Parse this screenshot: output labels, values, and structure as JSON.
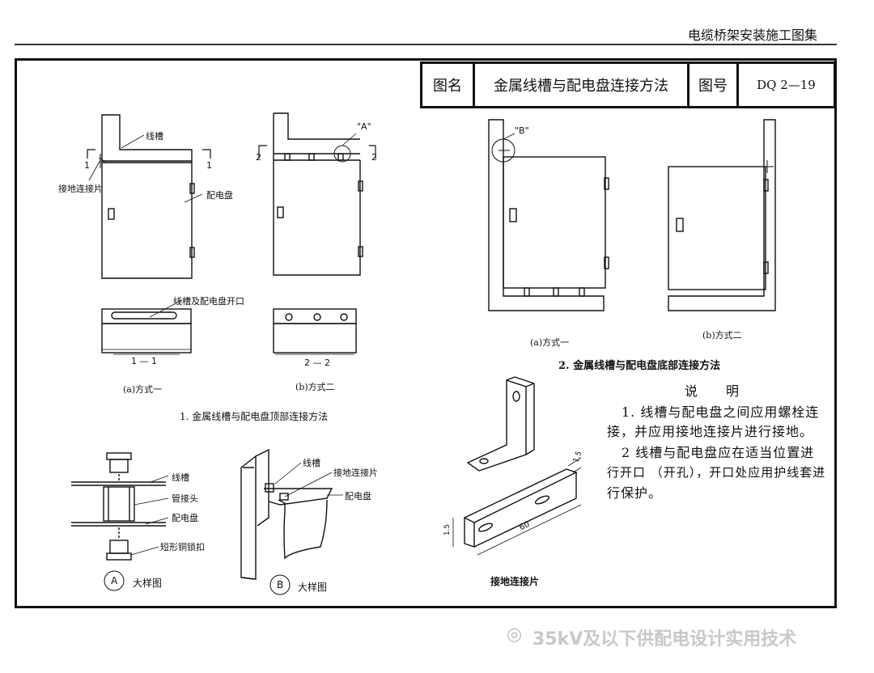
{
  "header": {
    "collection_title": "电缆桥架安装施工图集"
  },
  "title_block": {
    "name_label": "图名",
    "name_value": "金属线槽与配电盘连接方法",
    "number_label": "图号",
    "number_value": "DQ 2—19"
  },
  "section1": {
    "title": "1. 金属线槽与配电盘顶部连接方法",
    "labels": {
      "trough": "线槽",
      "ground_strip": "接地连接片",
      "panel": "配电盘",
      "opening": "线槽及配电盘开口",
      "detail_a": "\"A\"",
      "cut1_left": "1",
      "cut1_right": "1",
      "cut2_left": "2",
      "cut2_right": "2",
      "section_11": "1 — 1",
      "section_22": "2 — 2"
    },
    "method_a": "(a)方式一",
    "method_b": "(b)方式二"
  },
  "section2": {
    "title": "2. 金属线槽与配电盘底部连接方法",
    "detail_b": "\"B\"",
    "method_a": "(a)方式一",
    "method_b": "(b)方式二"
  },
  "detail_a": {
    "circle": "A",
    "caption": "大样图",
    "labels": {
      "trough": "线槽",
      "pipe_joint": "管接头",
      "panel": "配电盘",
      "locknut": "短形铜锁扣"
    }
  },
  "detail_b": {
    "circle": "B",
    "caption": "大样图",
    "labels": {
      "trough": "线槽",
      "ground_strip": "接地连接片",
      "panel": "配电盘"
    }
  },
  "ground_strip_part": {
    "caption": "接地连接片",
    "dim_thickness": "1.5",
    "dim_height": "1.5",
    "dim_length": "60"
  },
  "notes": {
    "heading": "说　　明",
    "line1": "1. 线槽与配电盘之间应用螺栓连",
    "line2": "接，并应用接地连接片进行接地。",
    "line3": "2 线槽与配电盘应在适当位置进",
    "line4": "行开口 （开孔），开口处应用护线套进",
    "line5": "行保护。"
  },
  "watermark": {
    "text": "35kV及以下供配电设计实用技术"
  }
}
